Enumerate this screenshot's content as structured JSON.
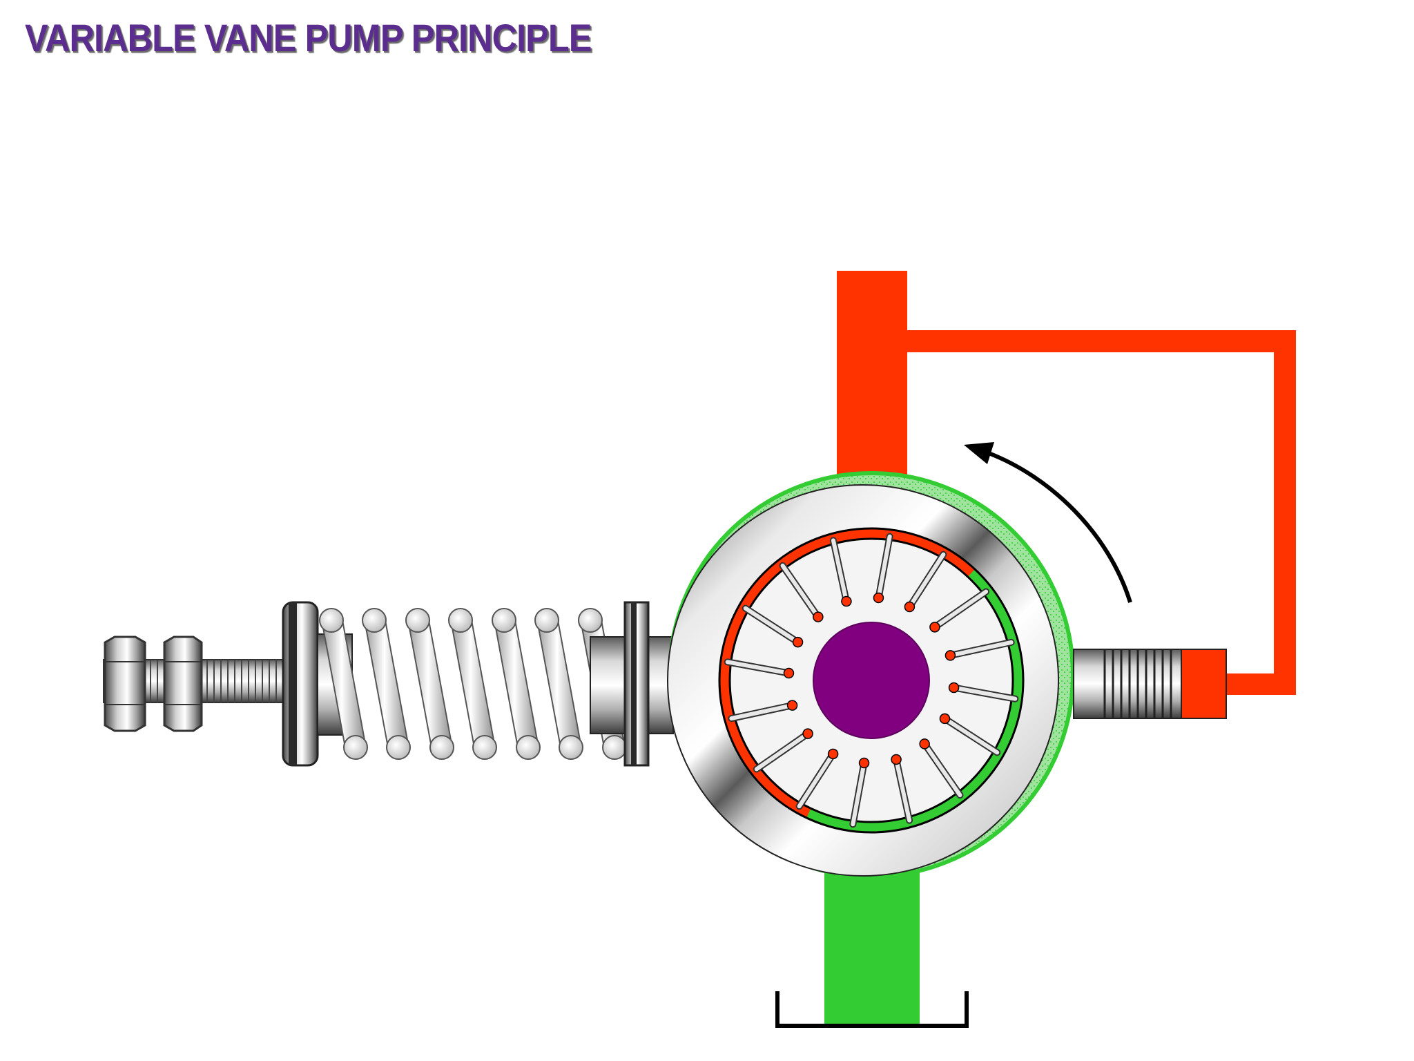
{
  "title": "VARIABLE VANE PUMP PRINCIPLE",
  "colors": {
    "title": "#5b2d8e",
    "pressure": "#ff3300",
    "suction": "#33cc33",
    "shaft": "#800080",
    "steel_dark": "#4a4a4a",
    "steel_light": "#f2f2f2",
    "outline": "#000000"
  },
  "diagram": {
    "components": [
      {
        "name": "adjusting-screw-with-locknuts",
        "icon": "hex-nut-icon"
      },
      {
        "name": "compensator-spring",
        "icon": "coil-spring-icon"
      },
      {
        "name": "cam-ring",
        "icon": "ring-icon"
      },
      {
        "name": "rotor-with-vanes",
        "icon": "rotor-icon"
      },
      {
        "name": "drive-shaft",
        "icon": "circle-icon"
      },
      {
        "name": "pressure-outlet",
        "icon": "pipe-icon"
      },
      {
        "name": "suction-inlet",
        "icon": "pipe-icon"
      },
      {
        "name": "compensator-piston",
        "icon": "piston-icon"
      },
      {
        "name": "rotation-arrow",
        "icon": "curved-arrow-icon"
      },
      {
        "name": "reservoir",
        "icon": "tank-icon"
      }
    ],
    "vane_count": 16
  }
}
